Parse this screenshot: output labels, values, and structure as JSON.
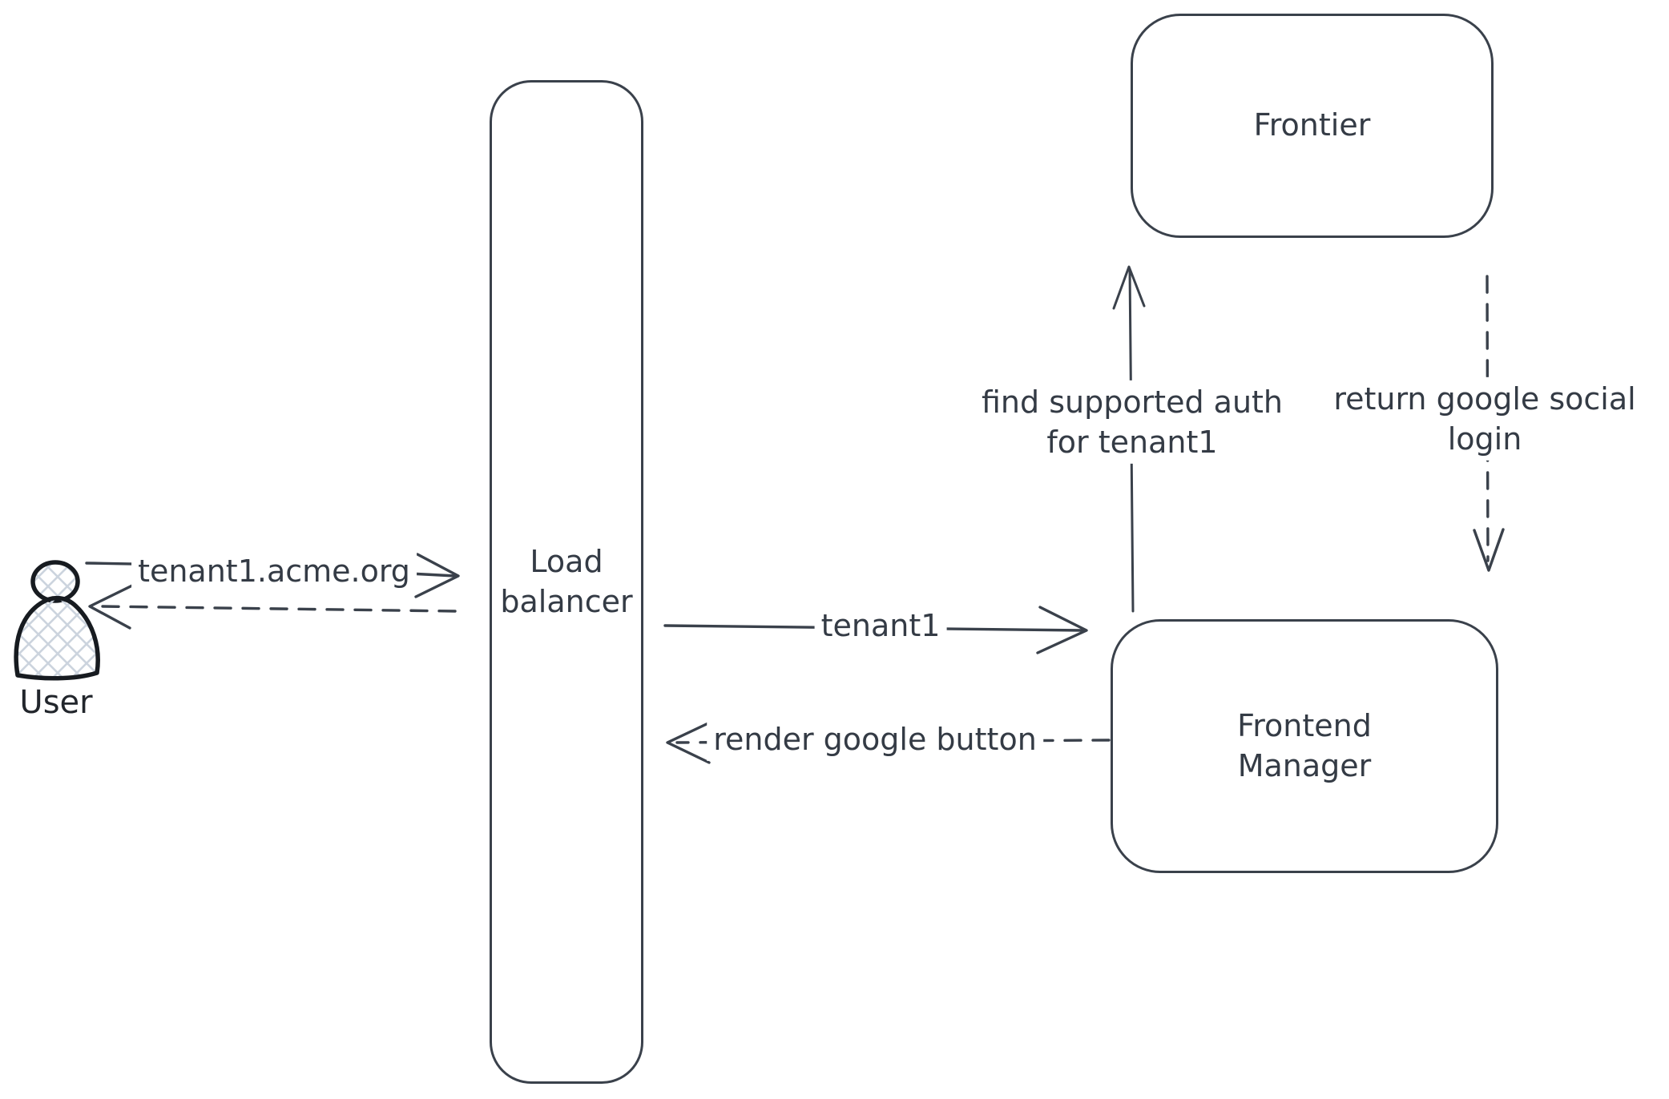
{
  "diagram": {
    "background_color": "#ffffff",
    "stroke_color": "#3a414b",
    "text_color": "#343b45",
    "actor": {
      "icon": "person-icon",
      "label": "User",
      "fill_pattern": "crosshatch",
      "fill_color": "#ccd4de"
    },
    "nodes": [
      {
        "id": "load-balancer",
        "label_lines": [
          "Load",
          "balancer"
        ]
      },
      {
        "id": "frontier",
        "label_lines": [
          "Frontier"
        ]
      },
      {
        "id": "frontend-manager",
        "label_lines": [
          "Frontend",
          "Manager"
        ]
      }
    ],
    "arrows": [
      {
        "id": "user-to-lb",
        "from": "User",
        "to": "Load balancer",
        "style": "solid",
        "label": "tenant1.acme.org"
      },
      {
        "id": "lb-to-user",
        "from": "Load balancer",
        "to": "User",
        "style": "dashed",
        "label": ""
      },
      {
        "id": "lb-to-fm",
        "from": "Load balancer",
        "to": "Frontend Manager",
        "style": "solid",
        "label": "tenant1"
      },
      {
        "id": "fm-to-lb",
        "from": "Frontend Manager",
        "to": "Load balancer",
        "style": "dashed",
        "label": "render google button"
      },
      {
        "id": "fm-to-frontier",
        "from": "Frontend Manager",
        "to": "Frontier",
        "style": "solid",
        "label_lines": [
          "find supported auth",
          "for tenant1"
        ]
      },
      {
        "id": "frontier-to-fm",
        "from": "Frontier",
        "to": "Frontend Manager",
        "style": "dashed",
        "label_lines": [
          "return google social",
          "login"
        ]
      }
    ]
  }
}
